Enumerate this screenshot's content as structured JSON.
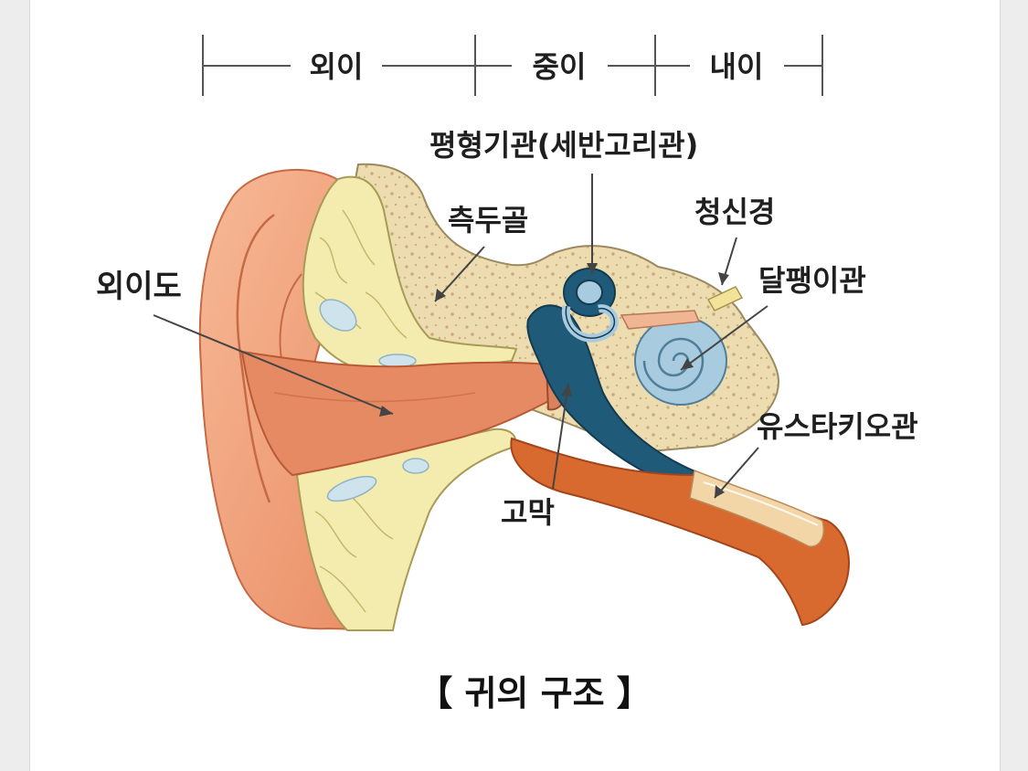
{
  "sections": {
    "outer_ear": "외이",
    "middle_ear": "중이",
    "inner_ear": "내이"
  },
  "labels": {
    "ear_canal": "외이도",
    "temporal_bone": "측두골",
    "balance_organ": "평형기관(세반고리관)",
    "auditory_nerve": "청신경",
    "cochlea": "달팽이관",
    "eardrum": "고막",
    "eustachian_tube": "유스타키오관"
  },
  "caption": "【 귀의 구조 】",
  "colors": {
    "skin": "#f2a883",
    "skin_dark": "#df7c55",
    "canal": "#e58a63",
    "cartilage": "#f3ecae",
    "bone": "#ecdcb0",
    "bone_dots": "#c9a979",
    "dark_blue": "#1f5a78",
    "light_blue": "#a9cbe0",
    "tube": "#d8692f",
    "line": "#555555"
  }
}
